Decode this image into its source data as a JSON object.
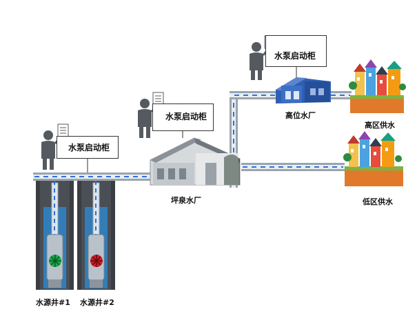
{
  "cabinets": [
    {
      "label": "水泵启动柜"
    },
    {
      "label": "水泵启动柜"
    },
    {
      "label": "水泵启动柜"
    }
  ],
  "wells": [
    {
      "label": "水源井#1",
      "rotor_color": "#1aa84a"
    },
    {
      "label": "水源井#2",
      "rotor_color": "#d21a22"
    }
  ],
  "plants": {
    "main_label": "坪泉水厂",
    "high_label": "高位水厂"
  },
  "supply": {
    "high_label": "高区供水",
    "low_label": "低区供水"
  },
  "colors": {
    "pipe_outer": "#9aa4ad",
    "pipe_inner": "#e9eef2",
    "flow_dash": "#2f6fd6",
    "well_wall": "#3a3d42",
    "well_water": "#2e86c9",
    "building_blue": "#2f5fb3",
    "roof_gray": "#8a9199",
    "soil_orange": "#e07a2a"
  }
}
